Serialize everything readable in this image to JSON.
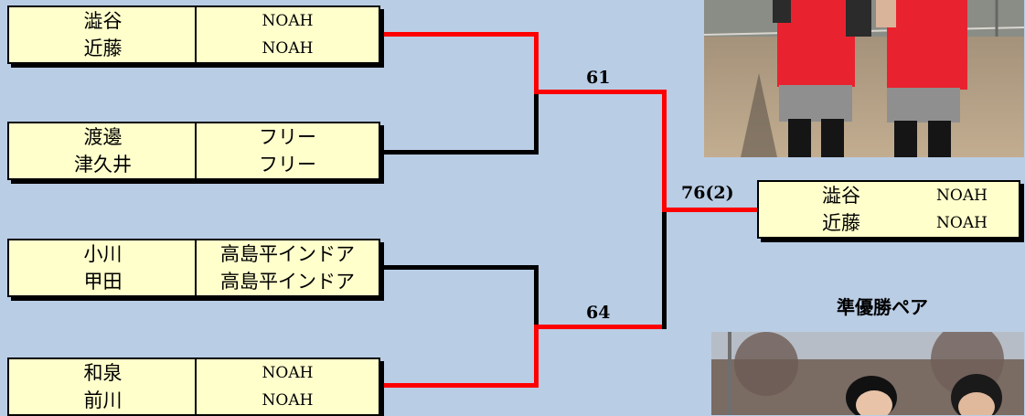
{
  "bracket": {
    "entries": [
      {
        "p1": "澁谷",
        "c1": "NOAH",
        "p2": "近藤",
        "c2": "NOAH"
      },
      {
        "p1": "渡邊",
        "c1": "フリー",
        "p2": "津久井",
        "c2": "フリー"
      },
      {
        "p1": "小川",
        "c1": "高島平インドア",
        "p2": "甲田",
        "c2": "高島平インドア"
      },
      {
        "p1": "和泉",
        "c1": "NOAH",
        "p2": "前川",
        "c2": "NOAH"
      }
    ],
    "semi_scores": [
      "61",
      "64"
    ],
    "final_score": "76(2)",
    "winner": {
      "p1": "澁谷",
      "c1": "NOAH",
      "p2": "近藤",
      "c2": "NOAH"
    }
  },
  "runner_up_caption": "準優勝ペア",
  "colors": {
    "background": "#b9cde5",
    "entry_fill": "#ffffcc",
    "winner_line": "#ff0000",
    "loser_line": "#000000"
  }
}
